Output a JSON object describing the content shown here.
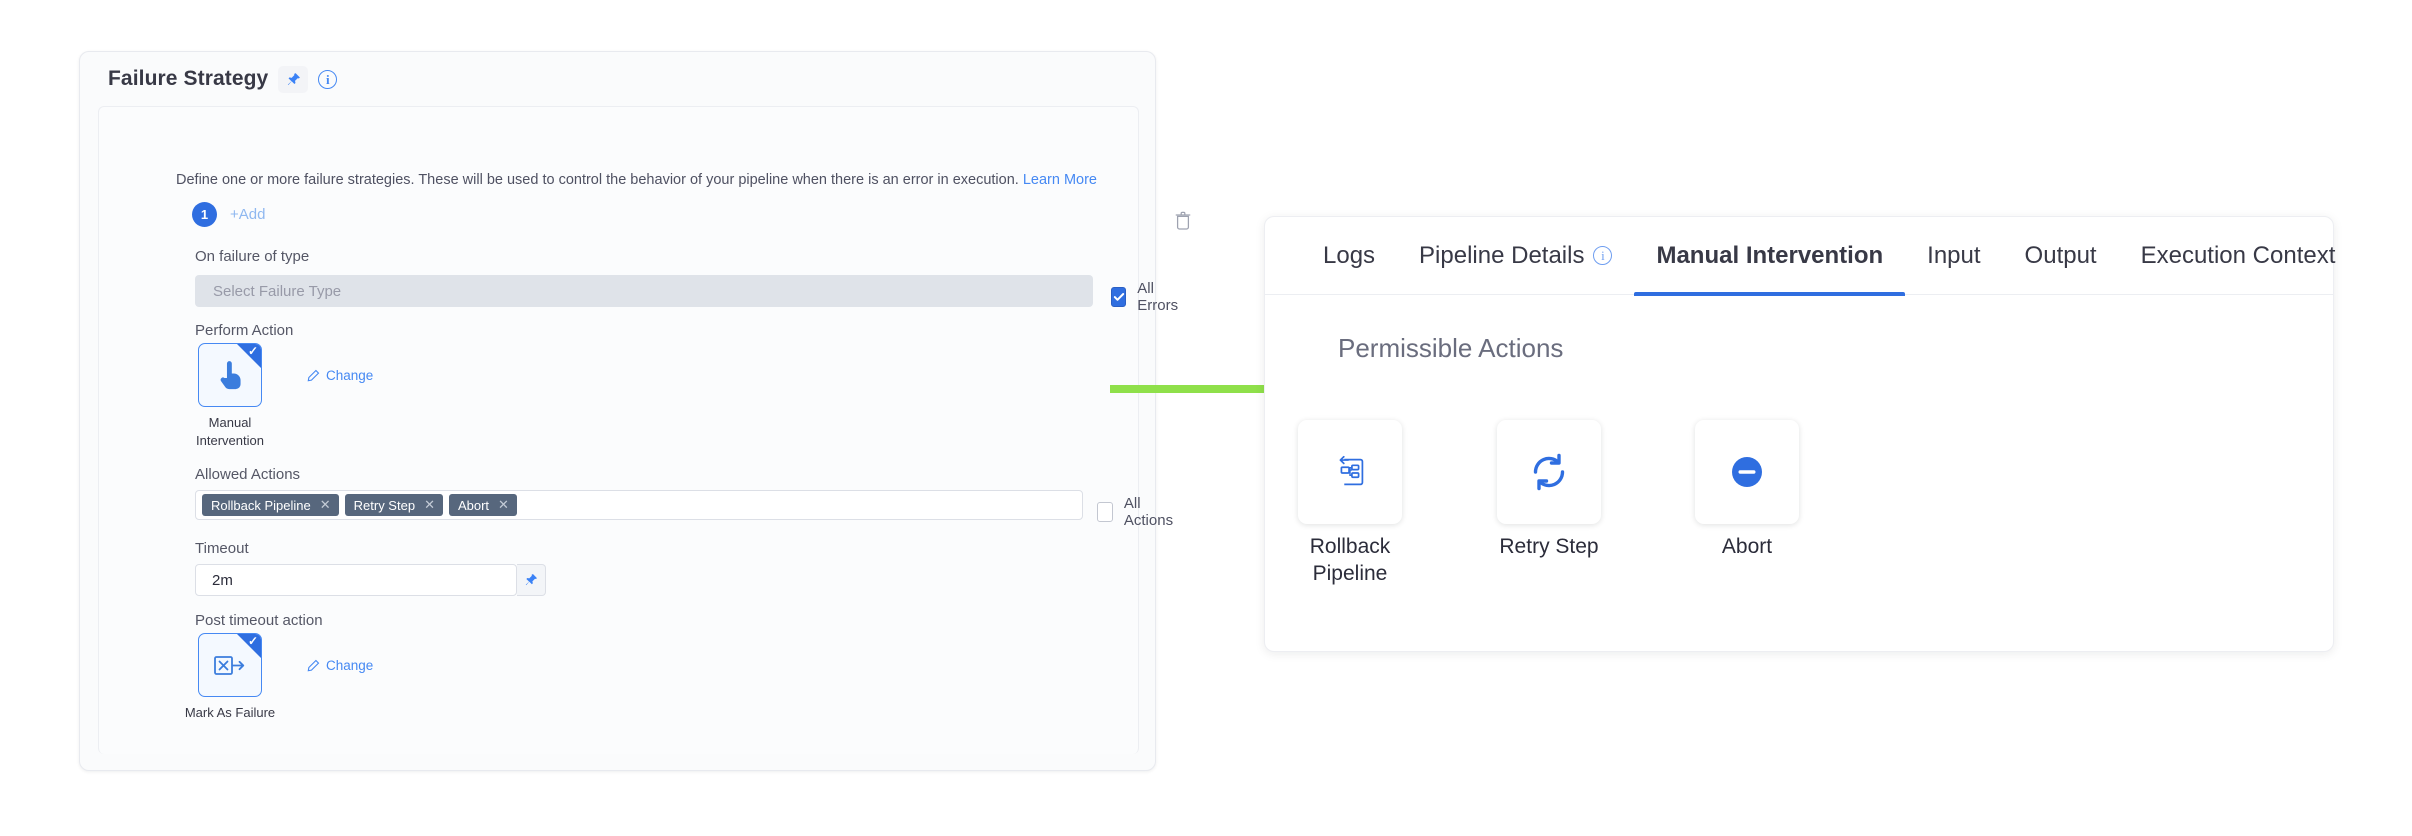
{
  "left_card": {
    "title": "Failure Strategy",
    "pin_icon": "pin-icon",
    "info_icon": "info-icon",
    "description": "Define one or more failure strategies. These will be used to control the behavior of your pipeline when there is an error in execution.",
    "learn_more": "Learn More",
    "strategy_index": "1",
    "add_label": "+Add",
    "delete_icon": "trash-icon",
    "fields": {
      "on_failure_label": "On failure of type",
      "failure_type_placeholder": "Select Failure Type",
      "all_errors_label": "All Errors",
      "all_errors_checked": true,
      "perform_action_label": "Perform Action",
      "perform_action_tile": "Manual Intervention",
      "perform_action_change": "Change",
      "allowed_actions_label": "Allowed Actions",
      "allowed_actions_chips": [
        "Rollback Pipeline",
        "Retry Step",
        "Abort"
      ],
      "all_actions_label": "All Actions",
      "all_actions_checked": false,
      "timeout_label": "Timeout",
      "timeout_value": "2m",
      "post_timeout_label": "Post timeout action",
      "post_timeout_tile": "Mark As Failure",
      "post_timeout_change": "Change"
    }
  },
  "arrow": {
    "color": "#8fe04a",
    "name": "green-arrow"
  },
  "right_panel": {
    "tabs": [
      {
        "label": "Logs",
        "active": false,
        "info": false
      },
      {
        "label": "Pipeline Details",
        "active": false,
        "info": true
      },
      {
        "label": "Manual Intervention",
        "active": true,
        "info": false
      },
      {
        "label": "Input",
        "active": false,
        "info": false
      },
      {
        "label": "Output",
        "active": false,
        "info": false
      },
      {
        "label": "Execution Context",
        "active": false,
        "info": false
      }
    ],
    "heading": "Permissible Actions",
    "actions": [
      {
        "label": "Rollback Pipeline",
        "icon": "rollback-pipeline-icon"
      },
      {
        "label": "Retry Step",
        "icon": "retry-step-icon"
      },
      {
        "label": "Abort",
        "icon": "abort-icon"
      }
    ]
  },
  "colors": {
    "accent": "#2f6ee0",
    "link": "#4689f3",
    "chip": "#57677d",
    "arrow": "#8fe04a"
  }
}
